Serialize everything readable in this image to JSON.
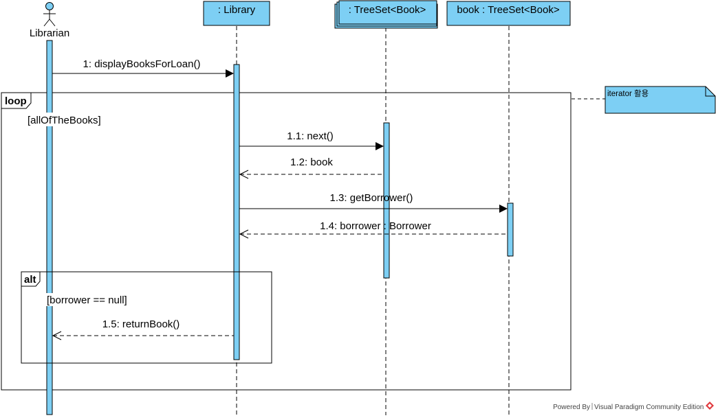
{
  "diagram": {
    "actor": {
      "name": "Librarian"
    },
    "lifelines": [
      {
        "label": ": Library"
      },
      {
        "label": ": TreeSet<Book>"
      },
      {
        "label": "book : TreeSet<Book>"
      }
    ],
    "messages": [
      {
        "label": "1: displayBooksForLoan()"
      },
      {
        "label": "1.1: next()"
      },
      {
        "label": "1.2: book"
      },
      {
        "label": "1.3: getBorrower()"
      },
      {
        "label": "1.4: borrower : Borrower"
      },
      {
        "label": "1.5: returnBook()"
      }
    ],
    "fragments": {
      "loop": {
        "operator": "loop",
        "guard": "[allOfTheBooks]"
      },
      "alt": {
        "operator": "alt",
        "guard": "[borrower == null]"
      }
    },
    "note": {
      "text": "iterator 활용"
    },
    "colors": {
      "fill": "#7dcff4",
      "stroke": "#000000"
    }
  },
  "watermark": {
    "prefix": "Powered By",
    "product": "Visual Paradigm Community Edition"
  }
}
